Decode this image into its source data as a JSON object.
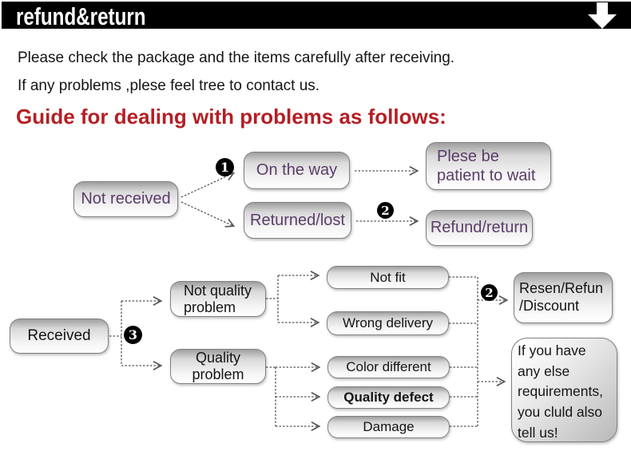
{
  "banner": {
    "title": "refund&return",
    "arrow_icon": "down-arrow",
    "bg_color": "#000000"
  },
  "intro": {
    "line1": "Please check the package and the items carefully after receiving.",
    "line2": "If any problems ,plese feel tree to contact us."
  },
  "heading": {
    "text": "Guide for dealing with problems as follows:",
    "color": "#b41f24"
  },
  "badges": {
    "b1": "1",
    "b2a": "2",
    "b3": "3",
    "b2b": "2"
  },
  "flow1": {
    "not_received": "Not received",
    "on_the_way": "On the way",
    "patient": "Plese be\npatient to wait",
    "returned_lost": "Returned/lost",
    "refund_return": "Refund/return",
    "text_color": "#5b3c69"
  },
  "flow2": {
    "received": "Received",
    "not_quality": "Not quality\nproblem",
    "quality": "Quality\nproblem",
    "not_fit": "Not fit",
    "wrong_delivery": "Wrong delivery",
    "color_different": "Color different",
    "quality_defect": "Quality defect",
    "damage": "Damage",
    "resen": "Resen/Refun\n/Discount",
    "note": "If you have\nany else\nrequirements,\nyou cluld also\ntell us!",
    "text_color": "#141414"
  }
}
